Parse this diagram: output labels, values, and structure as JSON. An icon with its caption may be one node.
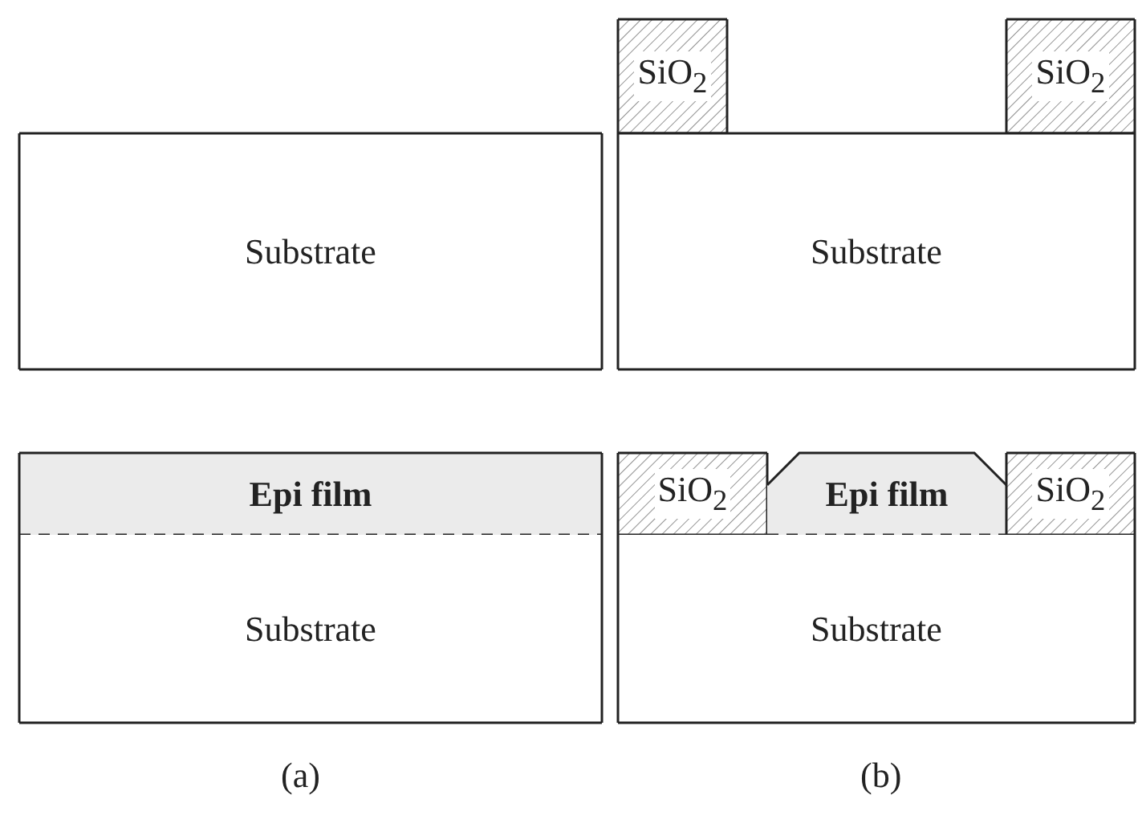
{
  "diagram": {
    "nodes": [
      {
        "text": [
          "Substrate"
        ]
      },
      {
        "text": [
          "SiO$_{2}$"
        ]
      },
      {
        "text": [
          "SiO$_{2}$"
        ]
      },
      {
        "text": [
          "Substrate"
        ]
      },
      {
        "text": [
          "Epi film"
        ]
      },
      {
        "text": [
          "Substrate"
        ]
      },
      {
        "text": [
          "SiO$_{2}$"
        ]
      },
      {
        "text": [
          "Epi film"
        ]
      },
      {
        "text": [
          "SiO$_{2}$"
        ]
      },
      {
        "text": [
          "Substrate"
        ]
      }
    ],
    "labels": [
      "(a)",
      "(b)"
    ]
  }
}
